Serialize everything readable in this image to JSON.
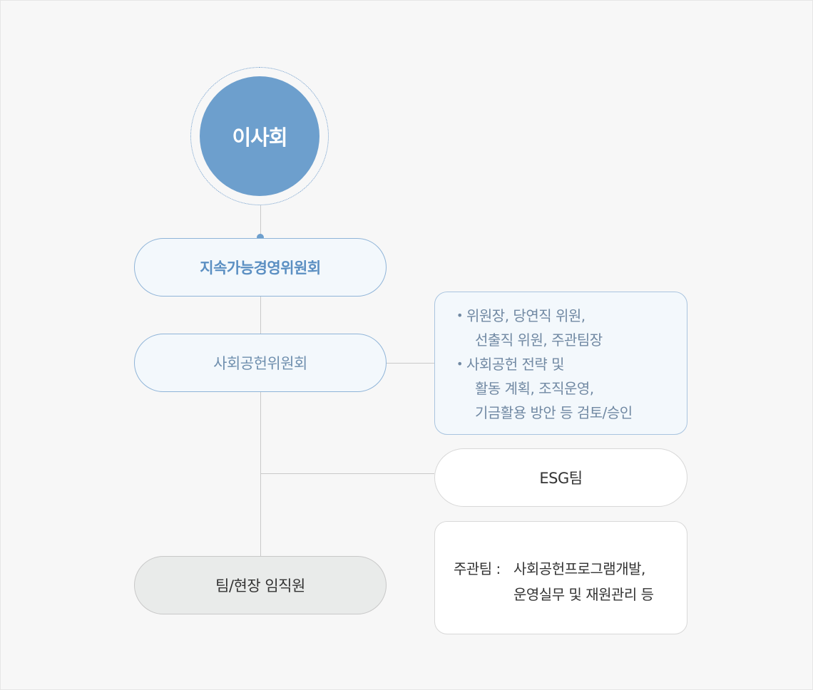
{
  "board": {
    "label": "이사회"
  },
  "committees": {
    "sustainability": "지속가능경영위원회",
    "social_contribution": "사회공헌위원회"
  },
  "staff": {
    "label": "팀/현장 임직원"
  },
  "social_committee_details": {
    "items": [
      {
        "bullet": "•",
        "line1": "위원장, 당연직 위원,",
        "line2": "선출직 위원, 주관팀장"
      },
      {
        "bullet": "•",
        "line1": "사회공헌 전략 및",
        "line2": "활동 계획, 조직운영,",
        "line3": "기금활용 방안 등 검토/승인"
      }
    ]
  },
  "esg_team": {
    "label": "ESG팀"
  },
  "lead_team": {
    "label": "주관팀 :",
    "line1": "사회공헌프로그램개발,",
    "line2": "운영실무 및 재원관리 등"
  },
  "colors": {
    "primary_blue": "#6d9fcd",
    "light_blue_fill": "#f3f8fc",
    "border_blue": "#8fb4d8",
    "connector_gray": "#c9c9c9",
    "staff_fill": "#e9ebea"
  }
}
